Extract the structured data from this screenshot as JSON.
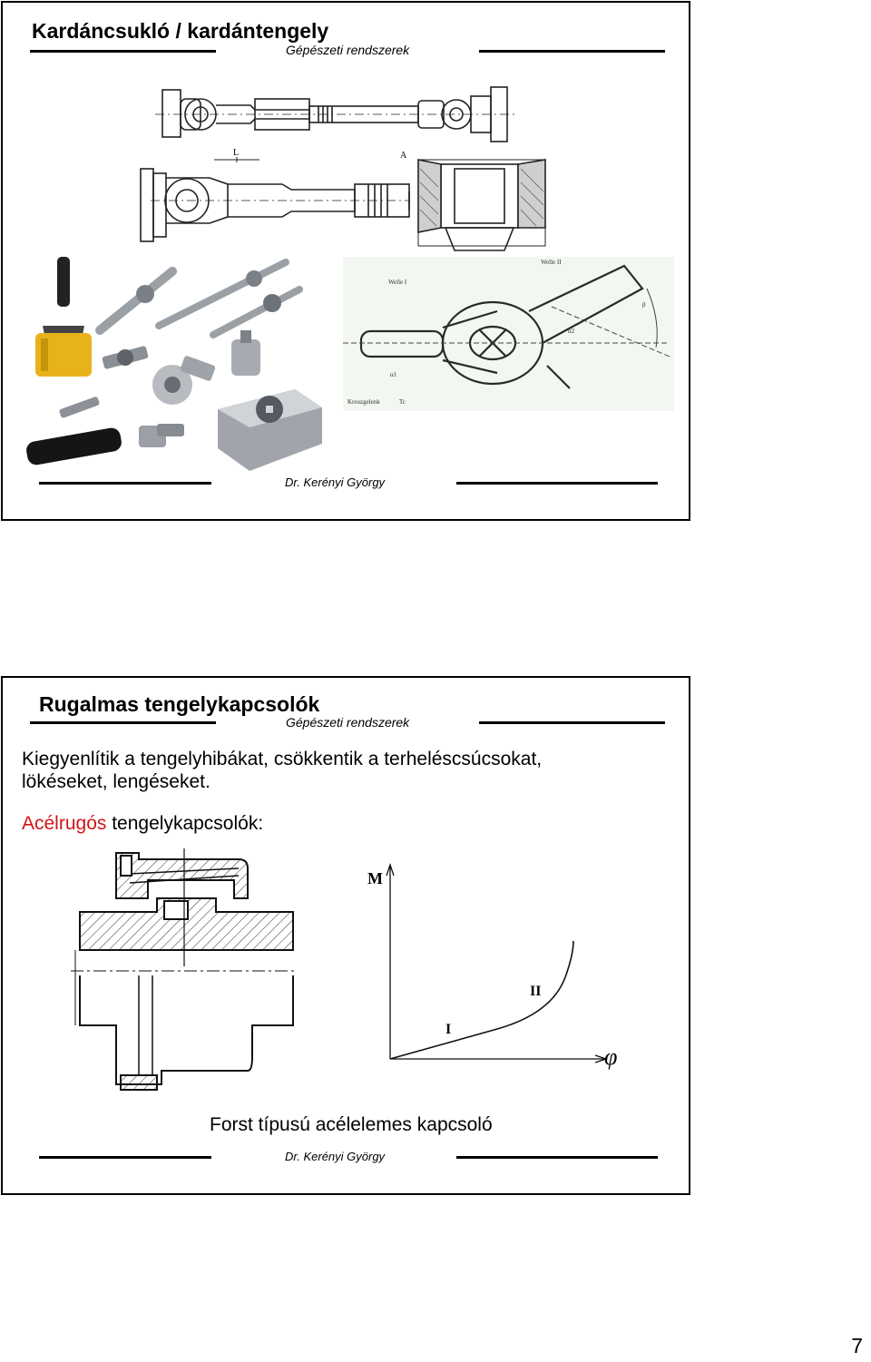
{
  "slide1": {
    "title": "Kardáncsukló / kardántengely",
    "subtitle": "Gépészeti rendszerek",
    "footer": "Dr. Kerényi György",
    "drawing_labels": {
      "dim_l": "L",
      "section_a": "A",
      "shaft_1": "Welle I",
      "shaft_2": "Welle II",
      "alpha_1": "α1",
      "alpha_2": "α2",
      "beta": "β",
      "cross_joint": "Kreuzgelenk",
      "t_c": "Tc"
    }
  },
  "slide2": {
    "title": "Rugalmas tengelykapcsolók",
    "subtitle": "Gépészeti rendszerek",
    "intro_line1": "Kiegyenlítik a tengelyhibákat, csökkentik a terheléscsúcsokat,",
    "intro_line2": "lökéseket, lengéseket.",
    "subheading_red": "Acélrugós",
    "subheading_rest": " tengelykapcsolók:",
    "graph": {
      "y_label": "M",
      "x_label": "φ",
      "region_1": "I",
      "region_2": "II"
    },
    "caption": "Forst típusú acélelemes kapcsoló",
    "footer": "Dr. Kerényi György"
  },
  "page_number": "7"
}
